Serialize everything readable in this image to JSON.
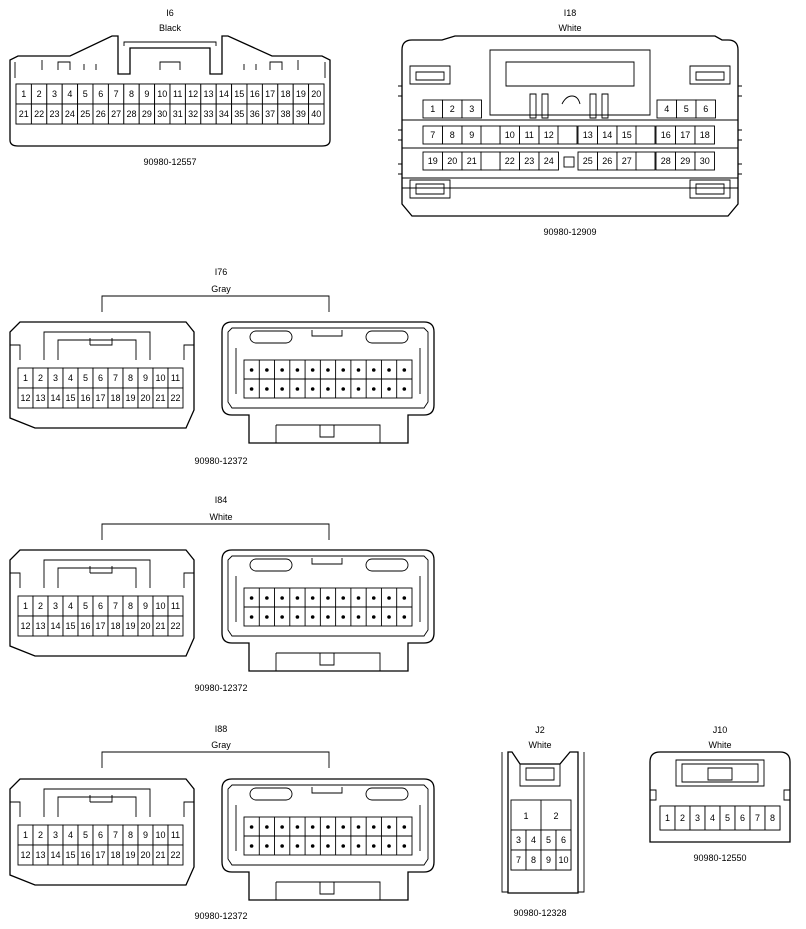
{
  "connectors": {
    "i6": {
      "id": "I6",
      "color": "Black",
      "part": "90980-12557",
      "rows": [
        [
          "1",
          "2",
          "3",
          "4",
          "5",
          "6",
          "7",
          "8",
          "9",
          "10",
          "11",
          "12",
          "13",
          "14",
          "15",
          "16",
          "17",
          "18",
          "19",
          "20"
        ],
        [
          "21",
          "22",
          "23",
          "24",
          "25",
          "26",
          "27",
          "28",
          "29",
          "30",
          "31",
          "32",
          "33",
          "34",
          "35",
          "36",
          "37",
          "38",
          "39",
          "40"
        ]
      ]
    },
    "i18": {
      "id": "I18",
      "color": "White",
      "part": "90980-12909",
      "row1": [
        "1",
        "2",
        "3",
        "4",
        "5",
        "6"
      ],
      "row2": [
        "7",
        "8",
        "9",
        "10",
        "11",
        "12",
        "13",
        "14",
        "15",
        "16",
        "17",
        "18"
      ],
      "row3": [
        "19",
        "20",
        "21",
        "22",
        "23",
        "24",
        "25",
        "26",
        "27",
        "28",
        "29",
        "30"
      ]
    },
    "i76": {
      "id": "I76",
      "color": "Gray",
      "part": "90980-12372",
      "rows": [
        [
          "1",
          "2",
          "3",
          "4",
          "5",
          "6",
          "7",
          "8",
          "9",
          "10",
          "11"
        ],
        [
          "12",
          "13",
          "14",
          "15",
          "16",
          "17",
          "18",
          "19",
          "20",
          "21",
          "22"
        ]
      ]
    },
    "i84": {
      "id": "I84",
      "color": "White",
      "part": "90980-12372",
      "rows": [
        [
          "1",
          "2",
          "3",
          "4",
          "5",
          "6",
          "7",
          "8",
          "9",
          "10",
          "11"
        ],
        [
          "12",
          "13",
          "14",
          "15",
          "16",
          "17",
          "18",
          "19",
          "20",
          "21",
          "22"
        ]
      ]
    },
    "i88": {
      "id": "I88",
      "color": "Gray",
      "part": "90980-12372",
      "rows": [
        [
          "1",
          "2",
          "3",
          "4",
          "5",
          "6",
          "7",
          "8",
          "9",
          "10",
          "11"
        ],
        [
          "12",
          "13",
          "14",
          "15",
          "16",
          "17",
          "18",
          "19",
          "20",
          "21",
          "22"
        ]
      ]
    },
    "j2": {
      "id": "J2",
      "color": "White",
      "part": "90980-12328",
      "top": [
        "1",
        "2"
      ],
      "mid": [
        "3",
        "4",
        "5",
        "6"
      ],
      "bottom": [
        "7",
        "8",
        "9",
        "10"
      ]
    },
    "j10": {
      "id": "J10",
      "color": "White",
      "part": "90980-12550",
      "pins": [
        "1",
        "2",
        "3",
        "4",
        "5",
        "6",
        "7",
        "8"
      ]
    }
  }
}
